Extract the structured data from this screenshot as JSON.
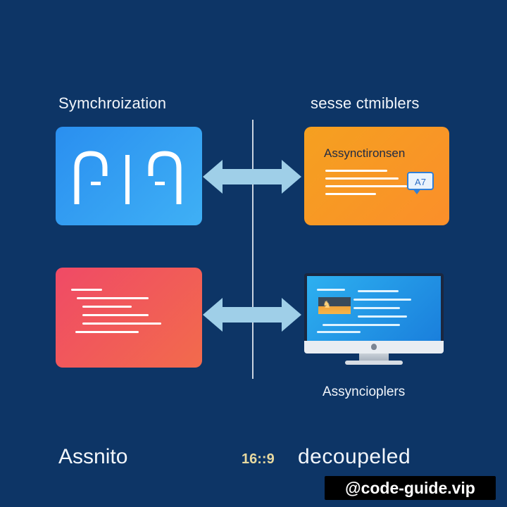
{
  "headings": {
    "left": "Symchroization",
    "right": "sesse ctmiblers"
  },
  "cards": {
    "blue_glyph": "ᒍ-|-ᒋ",
    "orange_title": "Assynctironsen",
    "orange_badge": "A7"
  },
  "monitor": {
    "caption": "Assyncioplers"
  },
  "footer": {
    "left": "Assnito",
    "time": "16::9",
    "right": "decoupeled"
  },
  "watermark": "@code-guide.vip",
  "colors": {
    "background": "#0d3566",
    "blue_card": "#2a8ff0",
    "orange_card": "#f5a020",
    "red_card": "#f04a66",
    "arrow": "#9fcfe8"
  },
  "icons": [
    "double-arrow-icon",
    "chat-bubble-icon",
    "monitor-icon",
    "apple-logo-icon"
  ]
}
